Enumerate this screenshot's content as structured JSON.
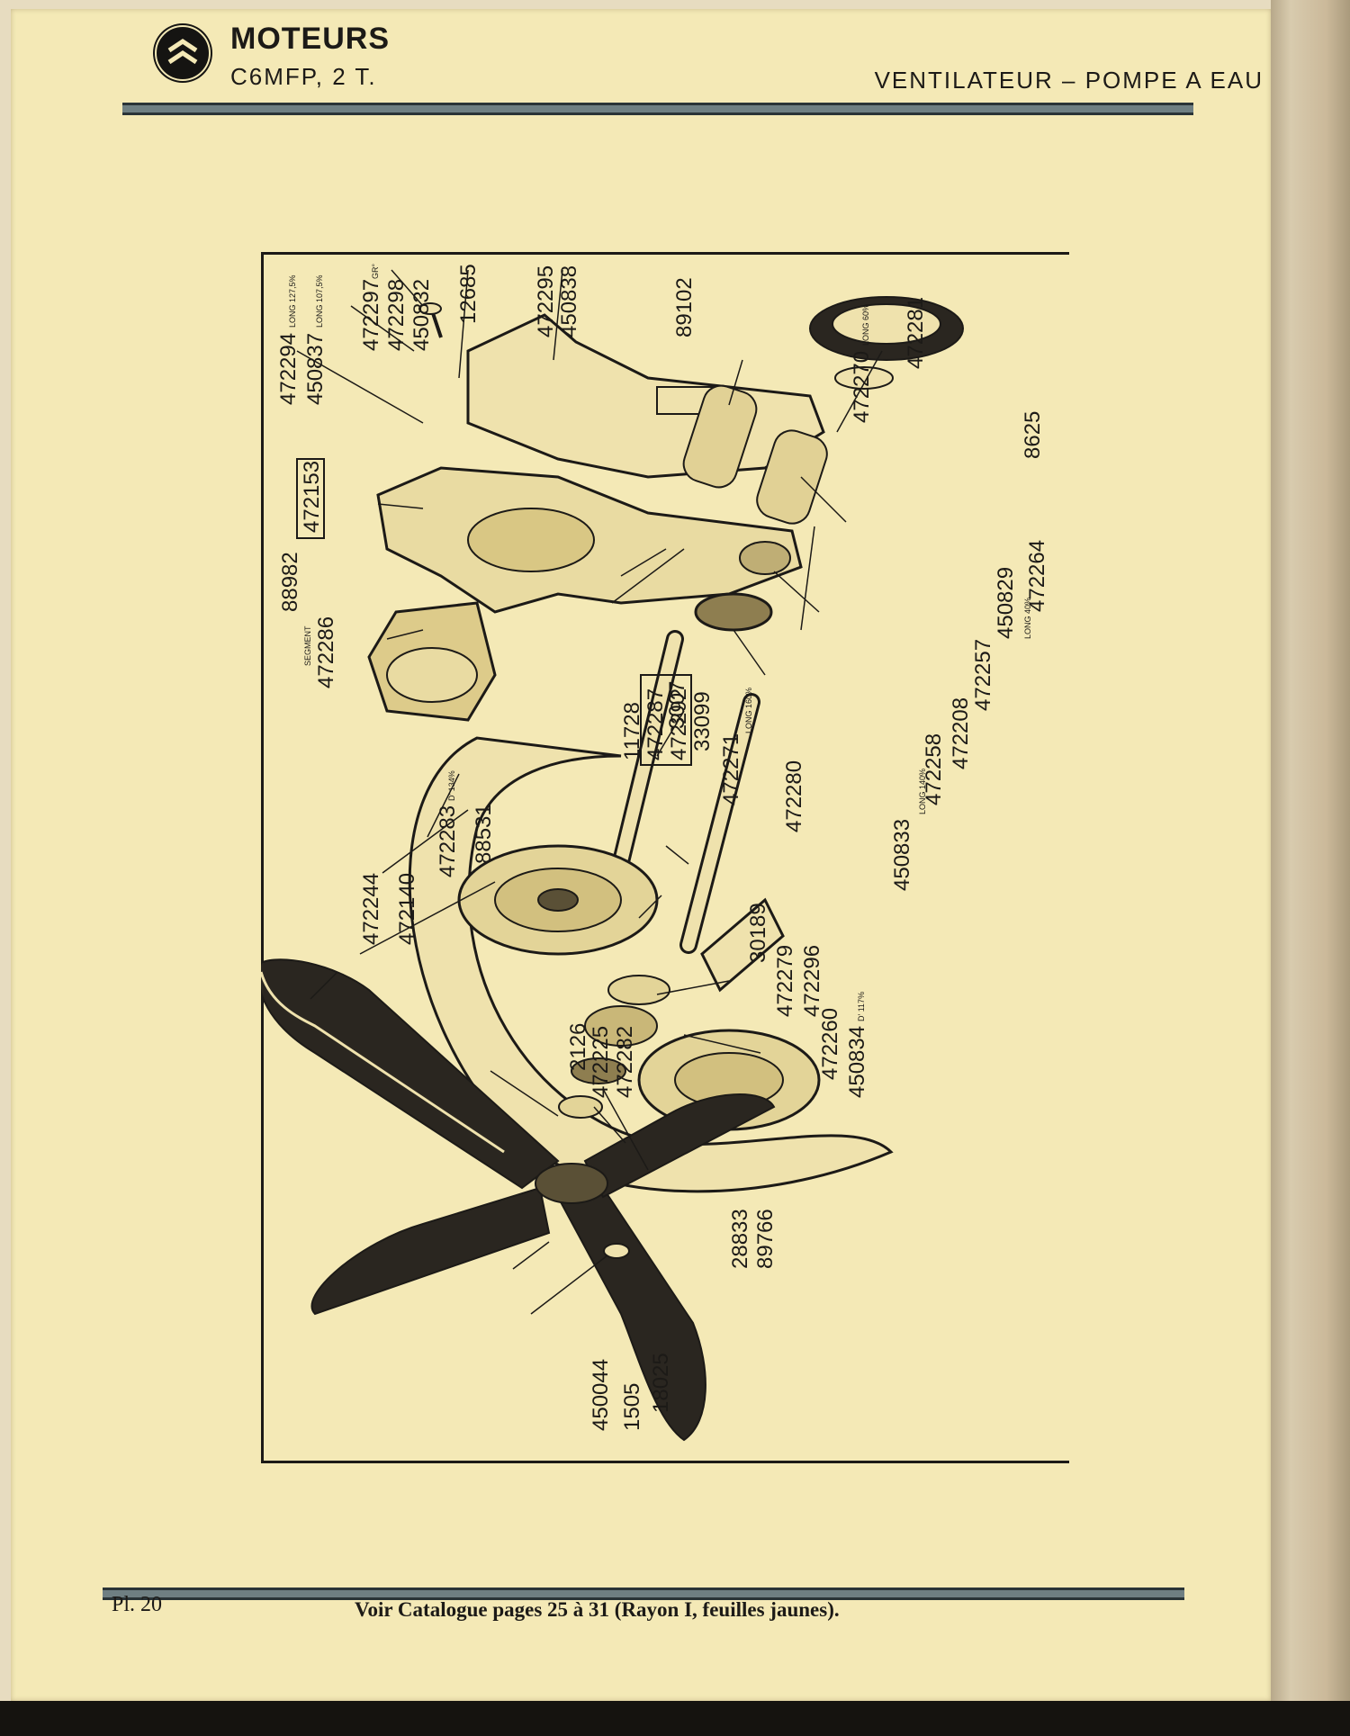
{
  "header": {
    "title": "MOTEURS",
    "subtitle": "C6MFP, 2 T.",
    "section": "VENTILATEUR – POMPE A EAU"
  },
  "footer": {
    "plate": "Pl. 20",
    "reference": "Voir Catalogue pages 25 à 31 (Rayon I, feuilles jaunes)."
  },
  "diagram": {
    "parts": [
      {
        "number": "472294",
        "note": "LONG 127,5%"
      },
      {
        "number": "450837",
        "note": "LONG 107,5%"
      },
      {
        "number": "472297",
        "note": "GR°"
      },
      {
        "number": "472298"
      },
      {
        "number": "450832"
      },
      {
        "number": "12685"
      },
      {
        "number": "472295"
      },
      {
        "number": "450838"
      },
      {
        "number": "89102"
      },
      {
        "number": "472270",
        "note": "LONG 60%"
      },
      {
        "number": "472281"
      },
      {
        "number": "8625"
      },
      {
        "number": "472153"
      },
      {
        "number": "88982"
      },
      {
        "number": "472286",
        "note": "SEGMENT"
      },
      {
        "number": "472264"
      },
      {
        "number": "450829",
        "note": "LONG 40%"
      },
      {
        "number": "472257"
      },
      {
        "number": "472208"
      },
      {
        "number": "472258"
      },
      {
        "number": "3007"
      },
      {
        "number": "33099"
      },
      {
        "number": "11728"
      },
      {
        "number": "472287"
      },
      {
        "number": "472292"
      },
      {
        "number": "472271",
        "note": "LONG 160%"
      },
      {
        "number": "472280"
      },
      {
        "number": "450833",
        "note": "LONG 140%"
      },
      {
        "number": "88531"
      },
      {
        "number": "472283",
        "note": "D' 134%"
      },
      {
        "number": "472140"
      },
      {
        "number": "472244"
      },
      {
        "number": "30189"
      },
      {
        "number": "472279"
      },
      {
        "number": "472296"
      },
      {
        "number": "472260"
      },
      {
        "number": "450834",
        "note": "D' 117%"
      },
      {
        "number": "2126"
      },
      {
        "number": "472225"
      },
      {
        "number": "472282"
      },
      {
        "number": "28833"
      },
      {
        "number": "89766"
      },
      {
        "number": "450044"
      },
      {
        "number": "1505"
      },
      {
        "number": "18025"
      }
    ]
  }
}
